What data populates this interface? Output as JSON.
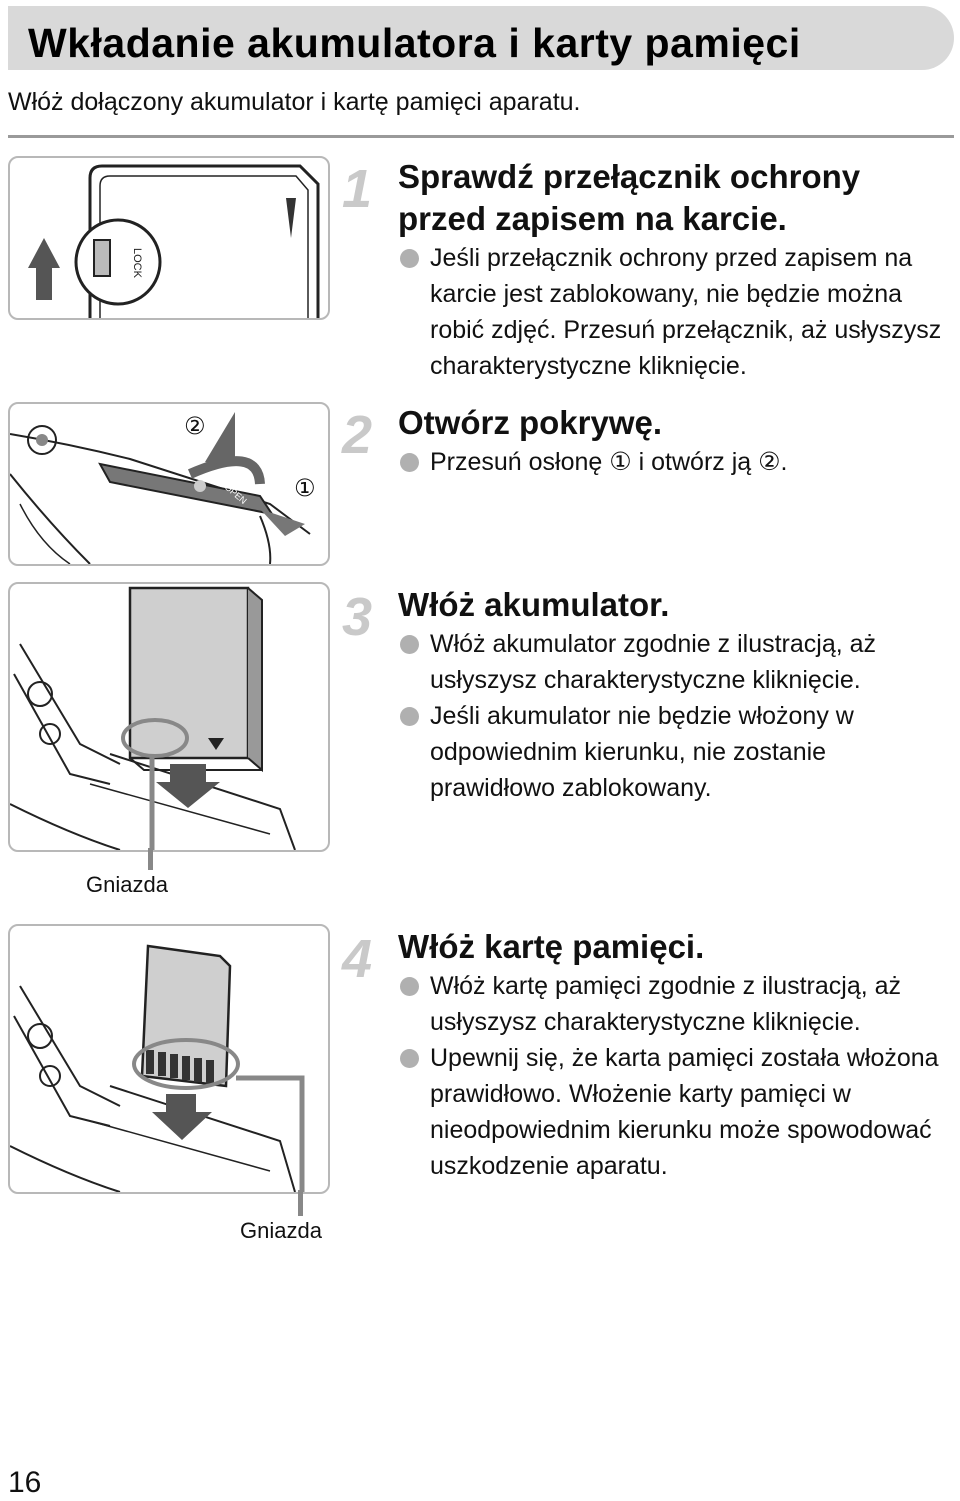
{
  "header": {
    "title": "Wkładanie akumulatora i karty pamięci",
    "intro": "Włóż dołączony akumulator i kartę pamięci aparatu."
  },
  "illustrations": {
    "card_lock_label": "LOCK",
    "cover_marker_1": "①",
    "cover_marker_2": "②",
    "cover_open_text": "OPEN",
    "caption_battery": "Gniazda",
    "caption_card": "Gniazda"
  },
  "steps": [
    {
      "number": "1",
      "heading_line1": "Sprawdź przełącznik ochrony",
      "heading_line2": "przed zapisem na karcie.",
      "bullets": [
        "Jeśli przełącznik ochrony przed zapisem na karcie jest zablokowany, nie będzie można robić zdjęć. Przesuń przełącznik, aż usłyszysz charakterystyczne kliknięcie."
      ]
    },
    {
      "number": "2",
      "heading_line1": "Otwórz pokrywę.",
      "bullets": [
        "Przesuń osłonę ① i otwórz ją ②."
      ]
    },
    {
      "number": "3",
      "heading_line1": "Włóż akumulator.",
      "bullets": [
        "Włóż akumulator zgodnie z ilustracją, aż usłyszysz charakterystyczne kliknięcie.",
        "Jeśli akumulator nie będzie włożony w odpowiednim kierunku, nie zostanie prawidłowo zablokowany."
      ]
    },
    {
      "number": "4",
      "heading_line1": "Włóż kartę pamięci.",
      "bullets": [
        "Włóż kartę pamięci zgodnie z ilustracją, aż usłyszysz charakterystyczne kliknięcie.",
        "Upewnij się, że karta pamięci została włożona prawidłowo. Włożenie karty pamięci w nieodpowiednim kierunku może spowodować uszkodzenie aparatu."
      ]
    }
  ],
  "footer": {
    "page_number": "16"
  }
}
